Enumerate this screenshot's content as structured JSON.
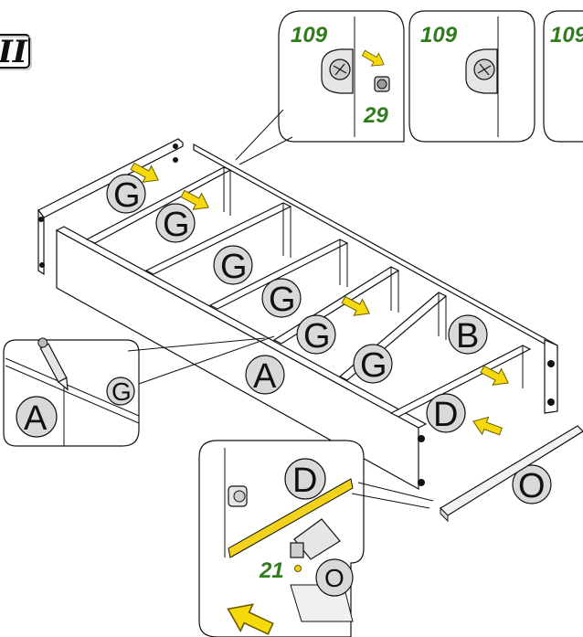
{
  "step": {
    "label": "II"
  },
  "part_labels": {
    "g": "G",
    "a": "A",
    "b": "B",
    "d": "D",
    "o": "O"
  },
  "callouts": {
    "cam_part_number": "109",
    "cam_bolt_number": "29",
    "glue_number": "21",
    "partial_number": "109"
  },
  "colors": {
    "arrow_fill": "#f5d90a",
    "arrow_stroke": "#6b5b00",
    "glue_strip": "#f2d21b",
    "number_text": "#2e7d1a",
    "label_circle": "#d9d9d9",
    "line": "#111111"
  },
  "icons": [
    "pencil-icon",
    "glue-tube-icon",
    "cam-lock-icon",
    "cam-bolt-icon",
    "arrow-icon"
  ]
}
